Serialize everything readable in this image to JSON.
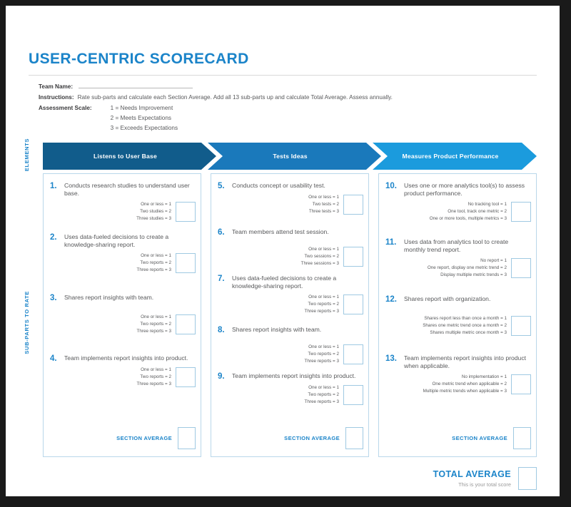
{
  "document": {
    "title": "USER-CENTRIC SCORECARD",
    "team_name_label": "Team Name:",
    "team_name_value": "",
    "instructions_label": "Instructions:",
    "instructions_text": "Rate sub-parts and calculate each Section Average. Add all 13 sub-parts up and calculate Total Average. Assess annually.",
    "assessment_scale_label": "Assessment Scale:",
    "assessment_scale": [
      "1 = Needs Improvement",
      "2 = Meets Expectations",
      "3 = Exceeds Expectations"
    ]
  },
  "side_labels": {
    "elements": "ELEMENTS",
    "subparts": "SUB-PARTS TO RATE"
  },
  "colors": {
    "title_blue": "#1b84c9",
    "arrow_1": "#115c8b",
    "arrow_2": "#1a79bb",
    "arrow_3": "#1b9bdd",
    "box_border": "#9fc9e2",
    "body_text": "#58595b"
  },
  "sections": [
    {
      "heading": "Listens to User Base",
      "section_average_label": "SECTION AVERAGE",
      "section_average_value": "",
      "items": [
        {
          "number": "1.",
          "text": "Conducts research studies to understand user base.",
          "options": [
            "One or less = 1",
            "Two studies = 2",
            "Three studies = 3"
          ],
          "score": ""
        },
        {
          "number": "2.",
          "text": "Uses data-fueled decisions to create a knowledge-sharing report.",
          "options": [
            "One or less = 1",
            "Two reports = 2",
            "Three reports = 3"
          ],
          "score": ""
        },
        {
          "number": "3.",
          "text": "Shares report insights with team.",
          "options": [
            "One or less = 1",
            "Two reports = 2",
            "Three reports = 3"
          ],
          "score": ""
        },
        {
          "number": "4.",
          "text": "Team implements report insights into product.",
          "options": [
            "One or less = 1",
            "Two reports = 2",
            "Three reports = 3"
          ],
          "score": ""
        }
      ]
    },
    {
      "heading": "Tests Ideas",
      "section_average_label": "SECTION AVERAGE",
      "section_average_value": "",
      "items": [
        {
          "number": "5.",
          "text": "Conducts concept or usability test.",
          "options": [
            "One or less = 1",
            "Two tests = 2",
            "Three tests = 3"
          ],
          "score": ""
        },
        {
          "number": "6.",
          "text": "Team members attend test session.",
          "options": [
            "One or less = 1",
            "Two sessions = 2",
            "Three sessions = 3"
          ],
          "score": ""
        },
        {
          "number": "7.",
          "text": "Uses data-fueled decisions to create a knowledge-sharing report.",
          "options": [
            "One or less = 1",
            "Two reports = 2",
            "Three reports = 3"
          ],
          "score": ""
        },
        {
          "number": "8.",
          "text": "Shares report insights with team.",
          "options": [
            "One or less = 1",
            "Two reports = 2",
            "Three reports = 3"
          ],
          "score": ""
        },
        {
          "number": "9.",
          "text": "Team implements report insights into product.",
          "options": [
            "One or less = 1",
            "Two reports = 2",
            "Three reports = 3"
          ],
          "score": ""
        }
      ]
    },
    {
      "heading": "Measures Product Performance",
      "section_average_label": "SECTION AVERAGE",
      "section_average_value": "",
      "items": [
        {
          "number": "10.",
          "text": "Uses one or more analytics tool(s) to assess product performance.",
          "options": [
            "No tracking tool = 1",
            "One tool, track one metric = 2",
            "One or more tools, multiple metrics = 3"
          ],
          "score": ""
        },
        {
          "number": "11.",
          "text": "Uses data from analytics tool to create monthly trend report.",
          "options": [
            "No report = 1",
            "One report, display one metric trend = 2",
            "Display multiple metric trends = 3"
          ],
          "score": ""
        },
        {
          "number": "12.",
          "text": "Shares report with organization.",
          "options": [
            "Shares report less than once a month = 1",
            "Shares one metric trend once a month = 2",
            "Shares multiple metric once month = 3"
          ],
          "score": ""
        },
        {
          "number": "13.",
          "text": "Team implements report insights into product when applicable.",
          "options": [
            "No implementation = 1",
            "One metric trend when applicable = 2",
            "Multiple metric trends when applicable = 3"
          ],
          "score": ""
        }
      ]
    }
  ],
  "total": {
    "label": "TOTAL AVERAGE",
    "sublabel": "This is your total score",
    "value": ""
  }
}
